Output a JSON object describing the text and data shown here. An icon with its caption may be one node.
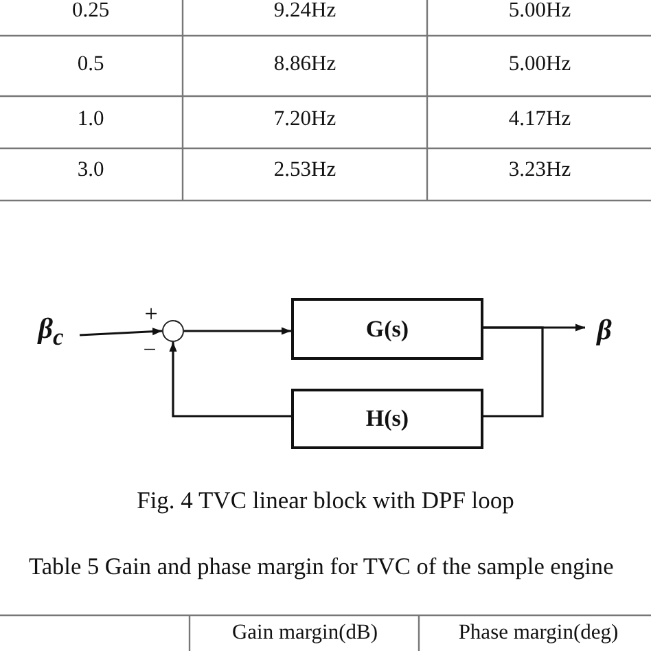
{
  "diagram": {
    "caption": "Fig. 4 TVC linear block with DPF loop",
    "nodes": [
      {
        "text": [
          "β$_{c}$"
        ]
      },
      {
        "text": [],
        "shape": "circle"
      },
      {
        "text": [
          "G(s)"
        ]
      },
      {
        "text": [
          "H(s)"
        ]
      },
      {
        "text": [
          "β"
        ]
      }
    ],
    "edges": [
      {
        "from": 0,
        "to": 1,
        "arrow": "to"
      },
      {
        "from": 1,
        "to": 2,
        "arrow": "to"
      },
      {
        "from": 2,
        "to": 4,
        "arrow": "to"
      },
      {
        "from": 2,
        "to": 3,
        "arrow": "none"
      },
      {
        "from": 3,
        "to": 1,
        "arrow": "to"
      }
    ],
    "labels": [
      "0.25",
      "9.24Hz",
      "5.00Hz",
      "0.5",
      "8.86Hz",
      "5.00Hz",
      "1.0",
      "7.20Hz",
      "4.17Hz",
      "3.0",
      "2.53Hz",
      "3.23Hz",
      "+",
      "−",
      "Table 5 Gain and phase margin for TVC of the sample engine",
      "Gain margin(dB)",
      "Phase margin(deg)"
    ]
  }
}
